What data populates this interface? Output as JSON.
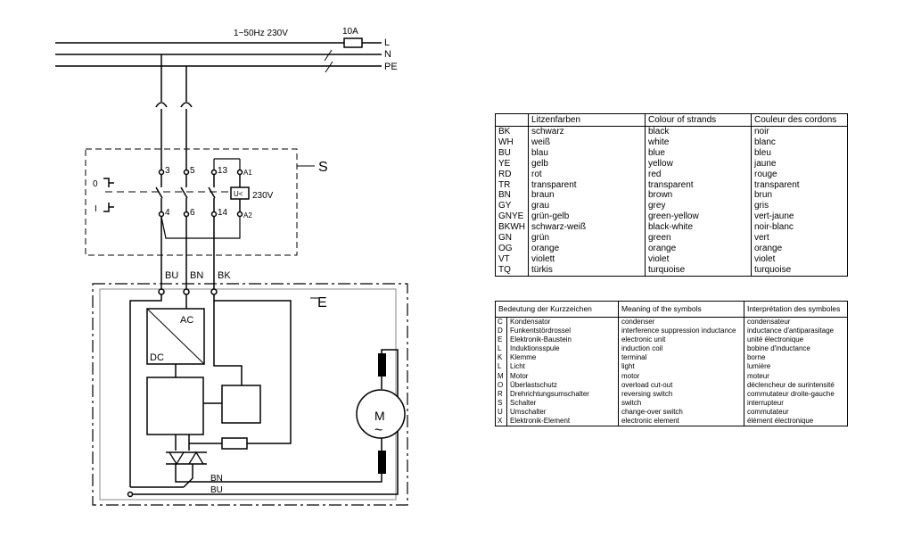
{
  "diagram": {
    "supply_label": "1~50Hz 230V",
    "fuse_label": "10A",
    "line_L": "L",
    "line_N": "N",
    "line_PE": "PE",
    "switch_block_label": "S",
    "terminal_3": "3",
    "terminal_5": "5",
    "terminal_13": "13",
    "terminal_A1": "A1",
    "terminal_4": "4",
    "terminal_6": "6",
    "terminal_14": "14",
    "terminal_A2": "A2",
    "relay_voltage": "230V",
    "switch_pos_0": "0",
    "switch_pos_1": "I",
    "relay_symbol": "U<",
    "wire_bu": "BU",
    "wire_bn": "BN",
    "wire_bk": "BK",
    "electronics_block_label": "E",
    "converter_ac": "AC",
    "converter_dc": "DC",
    "motor_label": "M",
    "motor_symbol": "~",
    "bottom_wire_bn": "BN",
    "bottom_wire_bu": "BU"
  },
  "colour_table": {
    "headers": [
      "",
      "Litzenfarben",
      "Colour of strands",
      "Couleur des cordons"
    ],
    "rows": [
      [
        "BK",
        "schwarz",
        "black",
        "noir"
      ],
      [
        "WH",
        "weiß",
        "white",
        "blanc"
      ],
      [
        "BU",
        "blau",
        "blue",
        "bleu"
      ],
      [
        "YE",
        "gelb",
        "yellow",
        "jaune"
      ],
      [
        "RD",
        "rot",
        "red",
        "rouge"
      ],
      [
        "TR",
        "transparent",
        "transparent",
        "transparent"
      ],
      [
        "BN",
        "braun",
        "brown",
        "brun"
      ],
      [
        "GY",
        "grau",
        "grey",
        "gris"
      ],
      [
        "GNYE",
        "grün-gelb",
        "green-yellow",
        "vert-jaune"
      ],
      [
        "BKWH",
        "schwarz-weiß",
        "black-white",
        "noir-blanc"
      ],
      [
        "GN",
        "grün",
        "green",
        "vert"
      ],
      [
        "OG",
        "orange",
        "orange",
        "orange"
      ],
      [
        "VT",
        "violett",
        "violet",
        "violet"
      ],
      [
        "TQ",
        "türkis",
        "turquoise",
        "turquoise"
      ]
    ]
  },
  "symbol_table": {
    "headers": [
      "Bedeutung der Kurzzeichen",
      "Meaning of the symbols",
      "Interprétation des symboles"
    ],
    "rows": [
      [
        "C",
        "Kondensator",
        "condenser",
        "condensateur"
      ],
      [
        "D",
        "Funkentstördrossel",
        "interference suppression inductance",
        "inductance d'antiparasitage"
      ],
      [
        "E",
        "Elektronik-Baustein",
        "electronic unit",
        "unité électronique"
      ],
      [
        "L",
        "Induktionsspule",
        "induction coil",
        "bobine d'inductance"
      ],
      [
        "K",
        "Klemme",
        "terminal",
        "borne"
      ],
      [
        "L",
        "Licht",
        "light",
        "lumière"
      ],
      [
        "M",
        "Motor",
        "motor",
        "moteur"
      ],
      [
        "O",
        "Überlastschutz",
        "overload cut-out",
        "déclencheur de surintensité"
      ],
      [
        "R",
        "Drehrichtungsumschalter",
        "reversing switch",
        "commutateur droite-gauche"
      ],
      [
        "S",
        "Schalter",
        "switch",
        "interrupteur"
      ],
      [
        "U",
        "Umschalter",
        "change-over switch",
        "commutateur"
      ],
      [
        "X",
        "Elektronik-Element",
        "electronic element",
        "élément électronique"
      ]
    ]
  }
}
